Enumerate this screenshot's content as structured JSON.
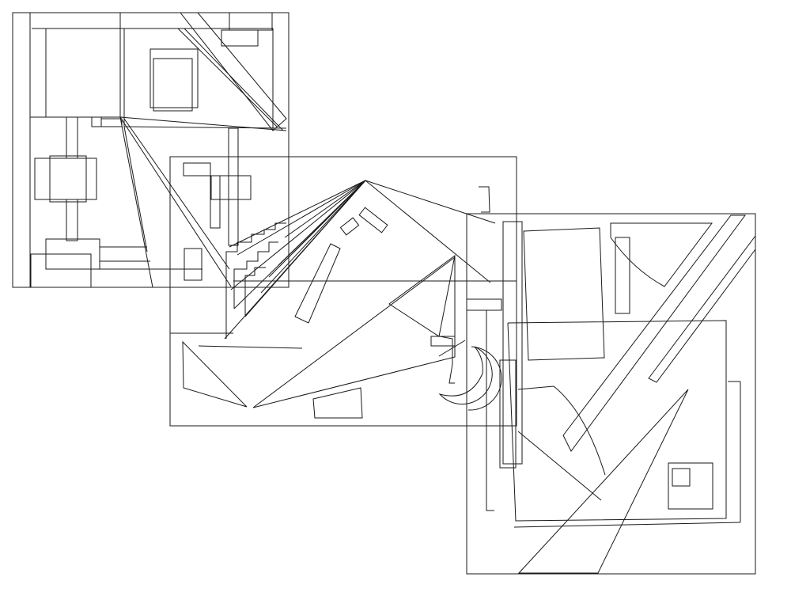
{
  "drawing": {
    "background": "#ffffff",
    "stroke": "#1a1a1a",
    "panels": [
      {
        "id": "panel-top-left"
      },
      {
        "id": "panel-center"
      },
      {
        "id": "panel-right"
      }
    ]
  }
}
